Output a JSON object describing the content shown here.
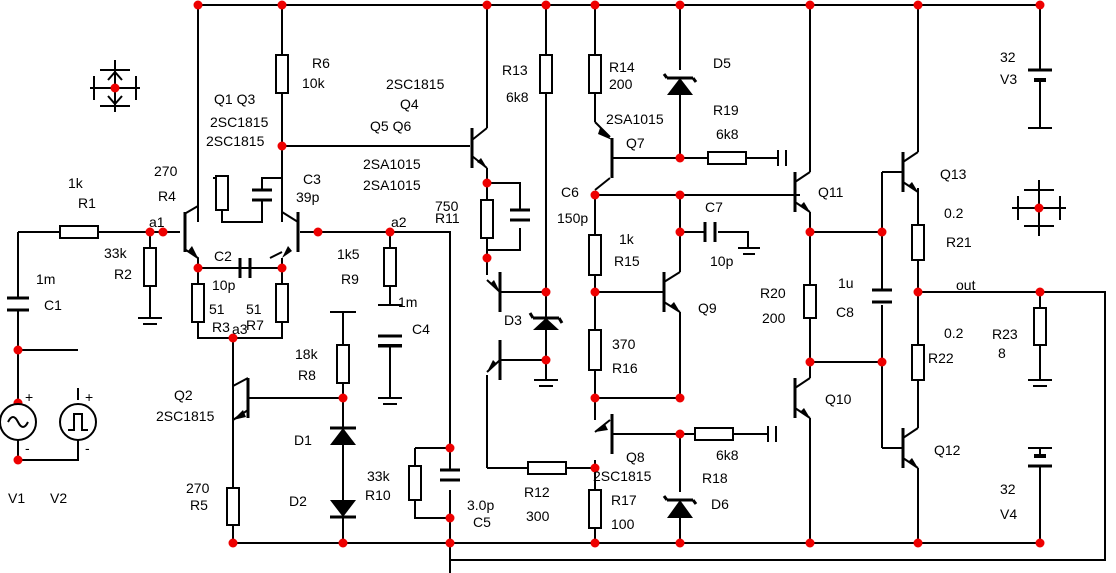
{
  "components": {
    "R1": {
      "name": "R1",
      "value": "1k"
    },
    "R2": {
      "name": "R2",
      "value": "33k"
    },
    "R3": {
      "name": "R3",
      "value": "51"
    },
    "R4": {
      "name": "R4",
      "value": "270"
    },
    "R5": {
      "name": "R5",
      "value": "270"
    },
    "R6": {
      "name": "R6",
      "value": "10k"
    },
    "R7": {
      "name": "R7",
      "value": "51"
    },
    "R8": {
      "name": "R8",
      "value": "18k"
    },
    "R9": {
      "name": "R9",
      "value": "1k5"
    },
    "R10": {
      "name": "R10",
      "value": "33k"
    },
    "R11": {
      "name": "R11",
      "value": "750"
    },
    "R12": {
      "name": "R12",
      "value": "300"
    },
    "R13": {
      "name": "R13",
      "value": "6k8"
    },
    "R14": {
      "name": "R14",
      "value": "200"
    },
    "R15": {
      "name": "R15",
      "value": "1k"
    },
    "R16": {
      "name": "R16",
      "value": "370"
    },
    "R17": {
      "name": "R17",
      "value": "100"
    },
    "R18": {
      "name": "R18",
      "value": "6k8"
    },
    "R19": {
      "name": "R19",
      "value": "6k8"
    },
    "R20": {
      "name": "R20",
      "value": "200"
    },
    "R21": {
      "name": "R21",
      "value": "0.2"
    },
    "R22": {
      "name": "R22",
      "value": "0.2"
    },
    "R23": {
      "name": "R23",
      "value": "8"
    },
    "C1": {
      "name": "C1",
      "value": "1m"
    },
    "C2": {
      "name": "C2",
      "value": "10p"
    },
    "C3": {
      "name": "C3",
      "value": "39p"
    },
    "C4": {
      "name": "C4",
      "value": "1m"
    },
    "C5": {
      "name": "C5",
      "value": "3.0p"
    },
    "C6": {
      "name": "C6",
      "value": "150p"
    },
    "C7": {
      "name": "C7",
      "value": "10p"
    },
    "C8": {
      "name": "C8",
      "value": "1u"
    },
    "Q1Q3": {
      "names": "Q1 Q3",
      "part1": "2SC1815",
      "part2": "2SC1815"
    },
    "Q2": {
      "name": "Q2",
      "part": "2SC1815"
    },
    "Q4": {
      "name": "Q4",
      "part": "2SC1815"
    },
    "Q5Q6": {
      "names": "Q5   Q6",
      "part1": "2SA1015",
      "part2": "2SA1015"
    },
    "Q7": {
      "name": "Q7",
      "part": "2SA1015"
    },
    "Q8": {
      "name": "Q8",
      "part": "2SC1815"
    },
    "Q9": {
      "name": "Q9"
    },
    "Q10": {
      "name": "Q10"
    },
    "Q11": {
      "name": "Q11"
    },
    "Q12": {
      "name": "Q12"
    },
    "Q13": {
      "name": "Q13"
    },
    "D1": {
      "name": "D1"
    },
    "D2": {
      "name": "D2"
    },
    "D3": {
      "name": "D3"
    },
    "D5": {
      "name": "D5"
    },
    "D6": {
      "name": "D6"
    },
    "V1": {
      "name": "V1"
    },
    "V2": {
      "name": "V2"
    },
    "V3": {
      "name": "V3",
      "value": "32"
    },
    "V4": {
      "name": "V4",
      "value": "32"
    }
  },
  "nets": {
    "a1": "a1",
    "a2": "a2",
    "a3": "a3",
    "out": "out"
  },
  "signs": {
    "plus": "+",
    "minus": "-"
  }
}
